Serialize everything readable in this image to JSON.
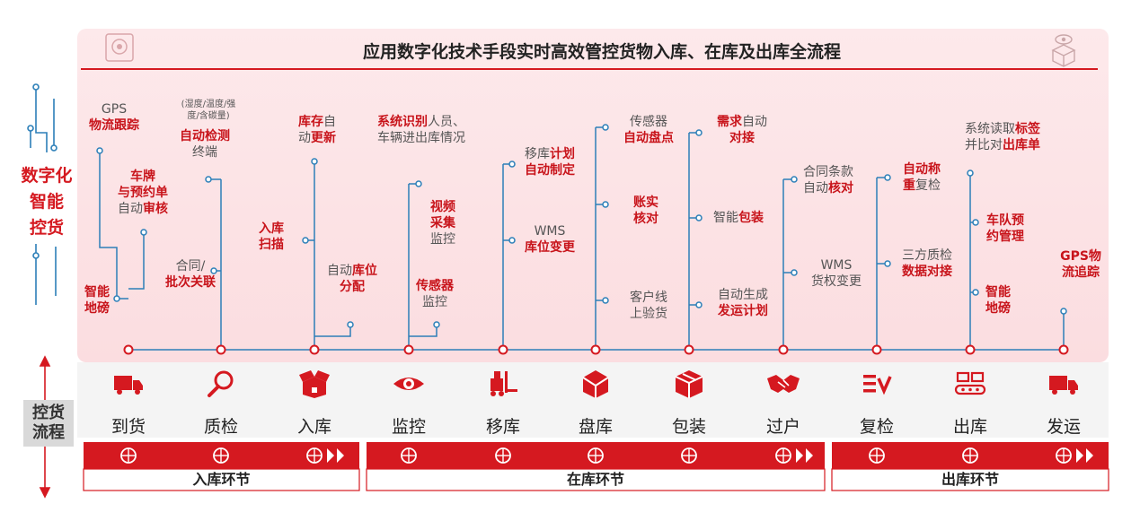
{
  "side_labels": {
    "top": [
      "数字化",
      "智能",
      "控货"
    ],
    "bottom": [
      "控货",
      "流程"
    ]
  },
  "title": "应用数字化技术手段实时高效管控货物入库、在库及出库全流程",
  "colors": {
    "accent": "#d51920",
    "panel": "#fce6e8",
    "line": "#2c7fb8",
    "bar": "#d51920"
  },
  "stages": [
    {
      "name": "到货",
      "icon": "truck-icon"
    },
    {
      "name": "质检",
      "icon": "magnifier-icon"
    },
    {
      "name": "入库",
      "icon": "open-box-icon"
    },
    {
      "name": "监控",
      "icon": "eye-icon"
    },
    {
      "name": "移库",
      "icon": "forklift-icon"
    },
    {
      "name": "盘库",
      "icon": "cube-icon"
    },
    {
      "name": "包装",
      "icon": "package-icon"
    },
    {
      "name": "过户",
      "icon": "handshake-icon"
    },
    {
      "name": "复检",
      "icon": "checklist-icon"
    },
    {
      "name": "出库",
      "icon": "conveyor-icon"
    },
    {
      "name": "发运",
      "icon": "truck-icon"
    }
  ],
  "labels": [
    {
      "id": "gps-tracking-1",
      "lines": [
        [
          [
            "GPS",
            0
          ]
        ],
        [
          [
            "物流跟踪",
            1
          ]
        ]
      ]
    },
    {
      "id": "license-plate-review",
      "lines": [
        [
          [
            "车牌",
            1
          ]
        ],
        [
          [
            "与预约单",
            1
          ]
        ],
        [
          [
            "自动",
            0
          ],
          [
            "审核",
            1
          ]
        ]
      ]
    },
    {
      "id": "smart-scale-1",
      "lines": [
        [
          [
            "智能",
            1
          ]
        ],
        [
          [
            "地磅",
            1
          ]
        ]
      ]
    },
    {
      "id": "detection-note",
      "lines": [
        [
          [
            "(湿度/温度/强",
            0
          ]
        ],
        [
          [
            "度/含碳量)",
            0
          ]
        ]
      ]
    },
    {
      "id": "auto-detection-terminal",
      "lines": [
        [
          [
            "自动检测",
            1
          ]
        ],
        [
          [
            "终端",
            0
          ]
        ]
      ]
    },
    {
      "id": "contract-batch-link",
      "lines": [
        [
          [
            "合同/",
            0
          ]
        ],
        [
          [
            "批次关联",
            1
          ]
        ]
      ]
    },
    {
      "id": "inventory-auto-update",
      "lines": [
        [
          [
            "库存",
            1
          ],
          [
            "自",
            0
          ]
        ],
        [
          [
            "动",
            0
          ],
          [
            "更新",
            1
          ]
        ]
      ]
    },
    {
      "id": "inbound-scan",
      "lines": [
        [
          [
            "入库",
            1
          ]
        ],
        [
          [
            "扫描",
            1
          ]
        ]
      ]
    },
    {
      "id": "auto-slot-allocation",
      "lines": [
        [
          [
            "自动",
            0
          ],
          [
            "库位",
            1
          ]
        ],
        [
          [
            "分配",
            1
          ]
        ]
      ]
    },
    {
      "id": "system-recognition",
      "lines": [
        [
          [
            "系统识别",
            1
          ],
          [
            "人员、",
            0
          ]
        ],
        [
          [
            "车辆进出库情况",
            0
          ]
        ]
      ]
    },
    {
      "id": "video-monitoring",
      "lines": [
        [
          [
            "视频",
            1
          ]
        ],
        [
          [
            "采集",
            1
          ]
        ],
        [
          [
            "监控",
            0
          ]
        ]
      ]
    },
    {
      "id": "sensor-monitoring",
      "lines": [
        [
          [
            "传感器",
            1
          ]
        ],
        [
          [
            "监控",
            0
          ]
        ]
      ]
    },
    {
      "id": "transfer-plan",
      "lines": [
        [
          [
            "移库",
            0
          ],
          [
            "计划",
            1
          ]
        ],
        [
          [
            "自动制定",
            1
          ]
        ]
      ]
    },
    {
      "id": "wms-slot-change",
      "lines": [
        [
          [
            "WMS",
            0
          ]
        ],
        [
          [
            "库位变更",
            1
          ]
        ]
      ]
    },
    {
      "id": "sensor-auto-count",
      "lines": [
        [
          [
            "传感器",
            0
          ]
        ],
        [
          [
            "自动盘点",
            1
          ]
        ]
      ]
    },
    {
      "id": "account-reconcile",
      "lines": [
        [
          [
            "账实",
            1
          ]
        ],
        [
          [
            "核对",
            1
          ]
        ]
      ]
    },
    {
      "id": "customer-inspection",
      "lines": [
        [
          [
            "客户线",
            0
          ]
        ],
        [
          [
            "上验货",
            0
          ]
        ]
      ]
    },
    {
      "id": "demand-auto-match",
      "lines": [
        [
          [
            "需求",
            1
          ],
          [
            "自动",
            0
          ]
        ],
        [
          [
            "对接",
            1
          ]
        ]
      ]
    },
    {
      "id": "smart-packaging",
      "lines": [
        [
          [
            "智能",
            0
          ],
          [
            "包装",
            1
          ]
        ]
      ]
    },
    {
      "id": "auto-shipping-plan",
      "lines": [
        [
          [
            "自动生成",
            0
          ]
        ],
        [
          [
            "发运计划",
            1
          ]
        ]
      ]
    },
    {
      "id": "contract-auto-check",
      "lines": [
        [
          [
            "合同条款",
            0
          ]
        ],
        [
          [
            "自动",
            0
          ],
          [
            "核对",
            1
          ]
        ]
      ]
    },
    {
      "id": "wms-ownership-change",
      "lines": [
        [
          [
            "WMS",
            0
          ]
        ],
        [
          [
            "货权变更",
            0
          ]
        ]
      ]
    },
    {
      "id": "auto-reweigh",
      "lines": [
        [
          [
            "自动称",
            1
          ]
        ],
        [
          [
            "重",
            1
          ],
          [
            "复检",
            0
          ]
        ]
      ]
    },
    {
      "id": "third-party-qc",
      "lines": [
        [
          [
            "三方质检",
            0
          ]
        ],
        [
          [
            "数据对接",
            1
          ]
        ]
      ]
    },
    {
      "id": "tag-outbound-check",
      "lines": [
        [
          [
            "系统读取",
            0
          ],
          [
            "标签",
            1
          ]
        ],
        [
          [
            "并比对",
            0
          ],
          [
            "出库单",
            1
          ]
        ]
      ]
    },
    {
      "id": "fleet-booking",
      "lines": [
        [
          [
            "车队预",
            1
          ]
        ],
        [
          [
            "约管理",
            1
          ]
        ]
      ]
    },
    {
      "id": "smart-scale-2",
      "lines": [
        [
          [
            "智能",
            1
          ]
        ],
        [
          [
            "地磅",
            1
          ]
        ]
      ]
    },
    {
      "id": "gps-tracking-2",
      "lines": [
        [
          [
            "GPS物",
            1
          ]
        ],
        [
          [
            "流追踪",
            1
          ]
        ]
      ]
    }
  ],
  "phases": [
    {
      "name": "入库环节"
    },
    {
      "name": "在库环节"
    },
    {
      "name": "出库环节"
    }
  ]
}
